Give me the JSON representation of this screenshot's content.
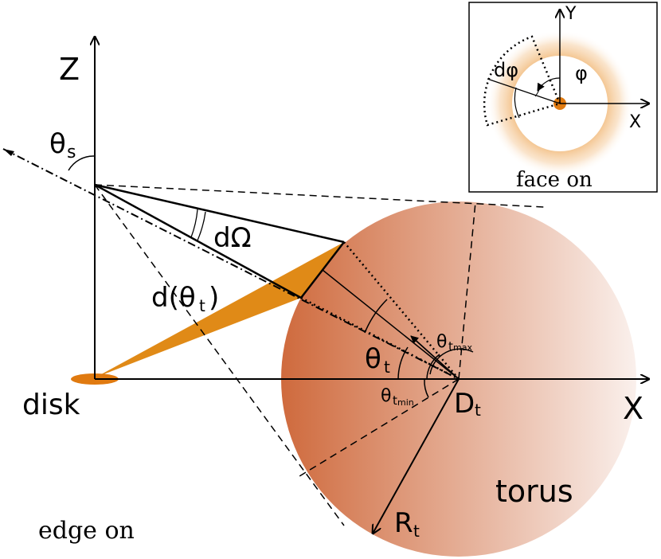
{
  "labels": {
    "z_axis": "Z",
    "x_axis": "X",
    "theta_s_main": "θ",
    "theta_s_sub": "s",
    "d_omega": "dΩ",
    "d_theta_t": "d(θ",
    "d_theta_t_sub": "t",
    "d_theta_t_close": ")",
    "theta_t_main": "θ",
    "theta_t_sub": "t",
    "theta_tmax_main": "θ",
    "theta_tmax_sub": "t",
    "theta_tmax_subsub": "max",
    "theta_tmin_main": "θ",
    "theta_tmin_sub": "t",
    "theta_tmin_subsub": "min",
    "d_t_main": "D",
    "d_t_sub": "t",
    "r_t_main": "R",
    "r_t_sub": "t",
    "disk": "disk",
    "torus": "torus",
    "edge_on": "edge on"
  },
  "inset": {
    "y_axis": "Y",
    "x_axis": "X",
    "d_phi": "dφ",
    "phi": "φ",
    "face_on": "face on"
  },
  "colors": {
    "torus_dark": "#cf6a3d",
    "torus_light": "#faf0ec",
    "cone_orange": "#e08a17",
    "disk_orange": "#e07a10",
    "halo_orange": "#f1b877",
    "stroke": "#000000"
  }
}
